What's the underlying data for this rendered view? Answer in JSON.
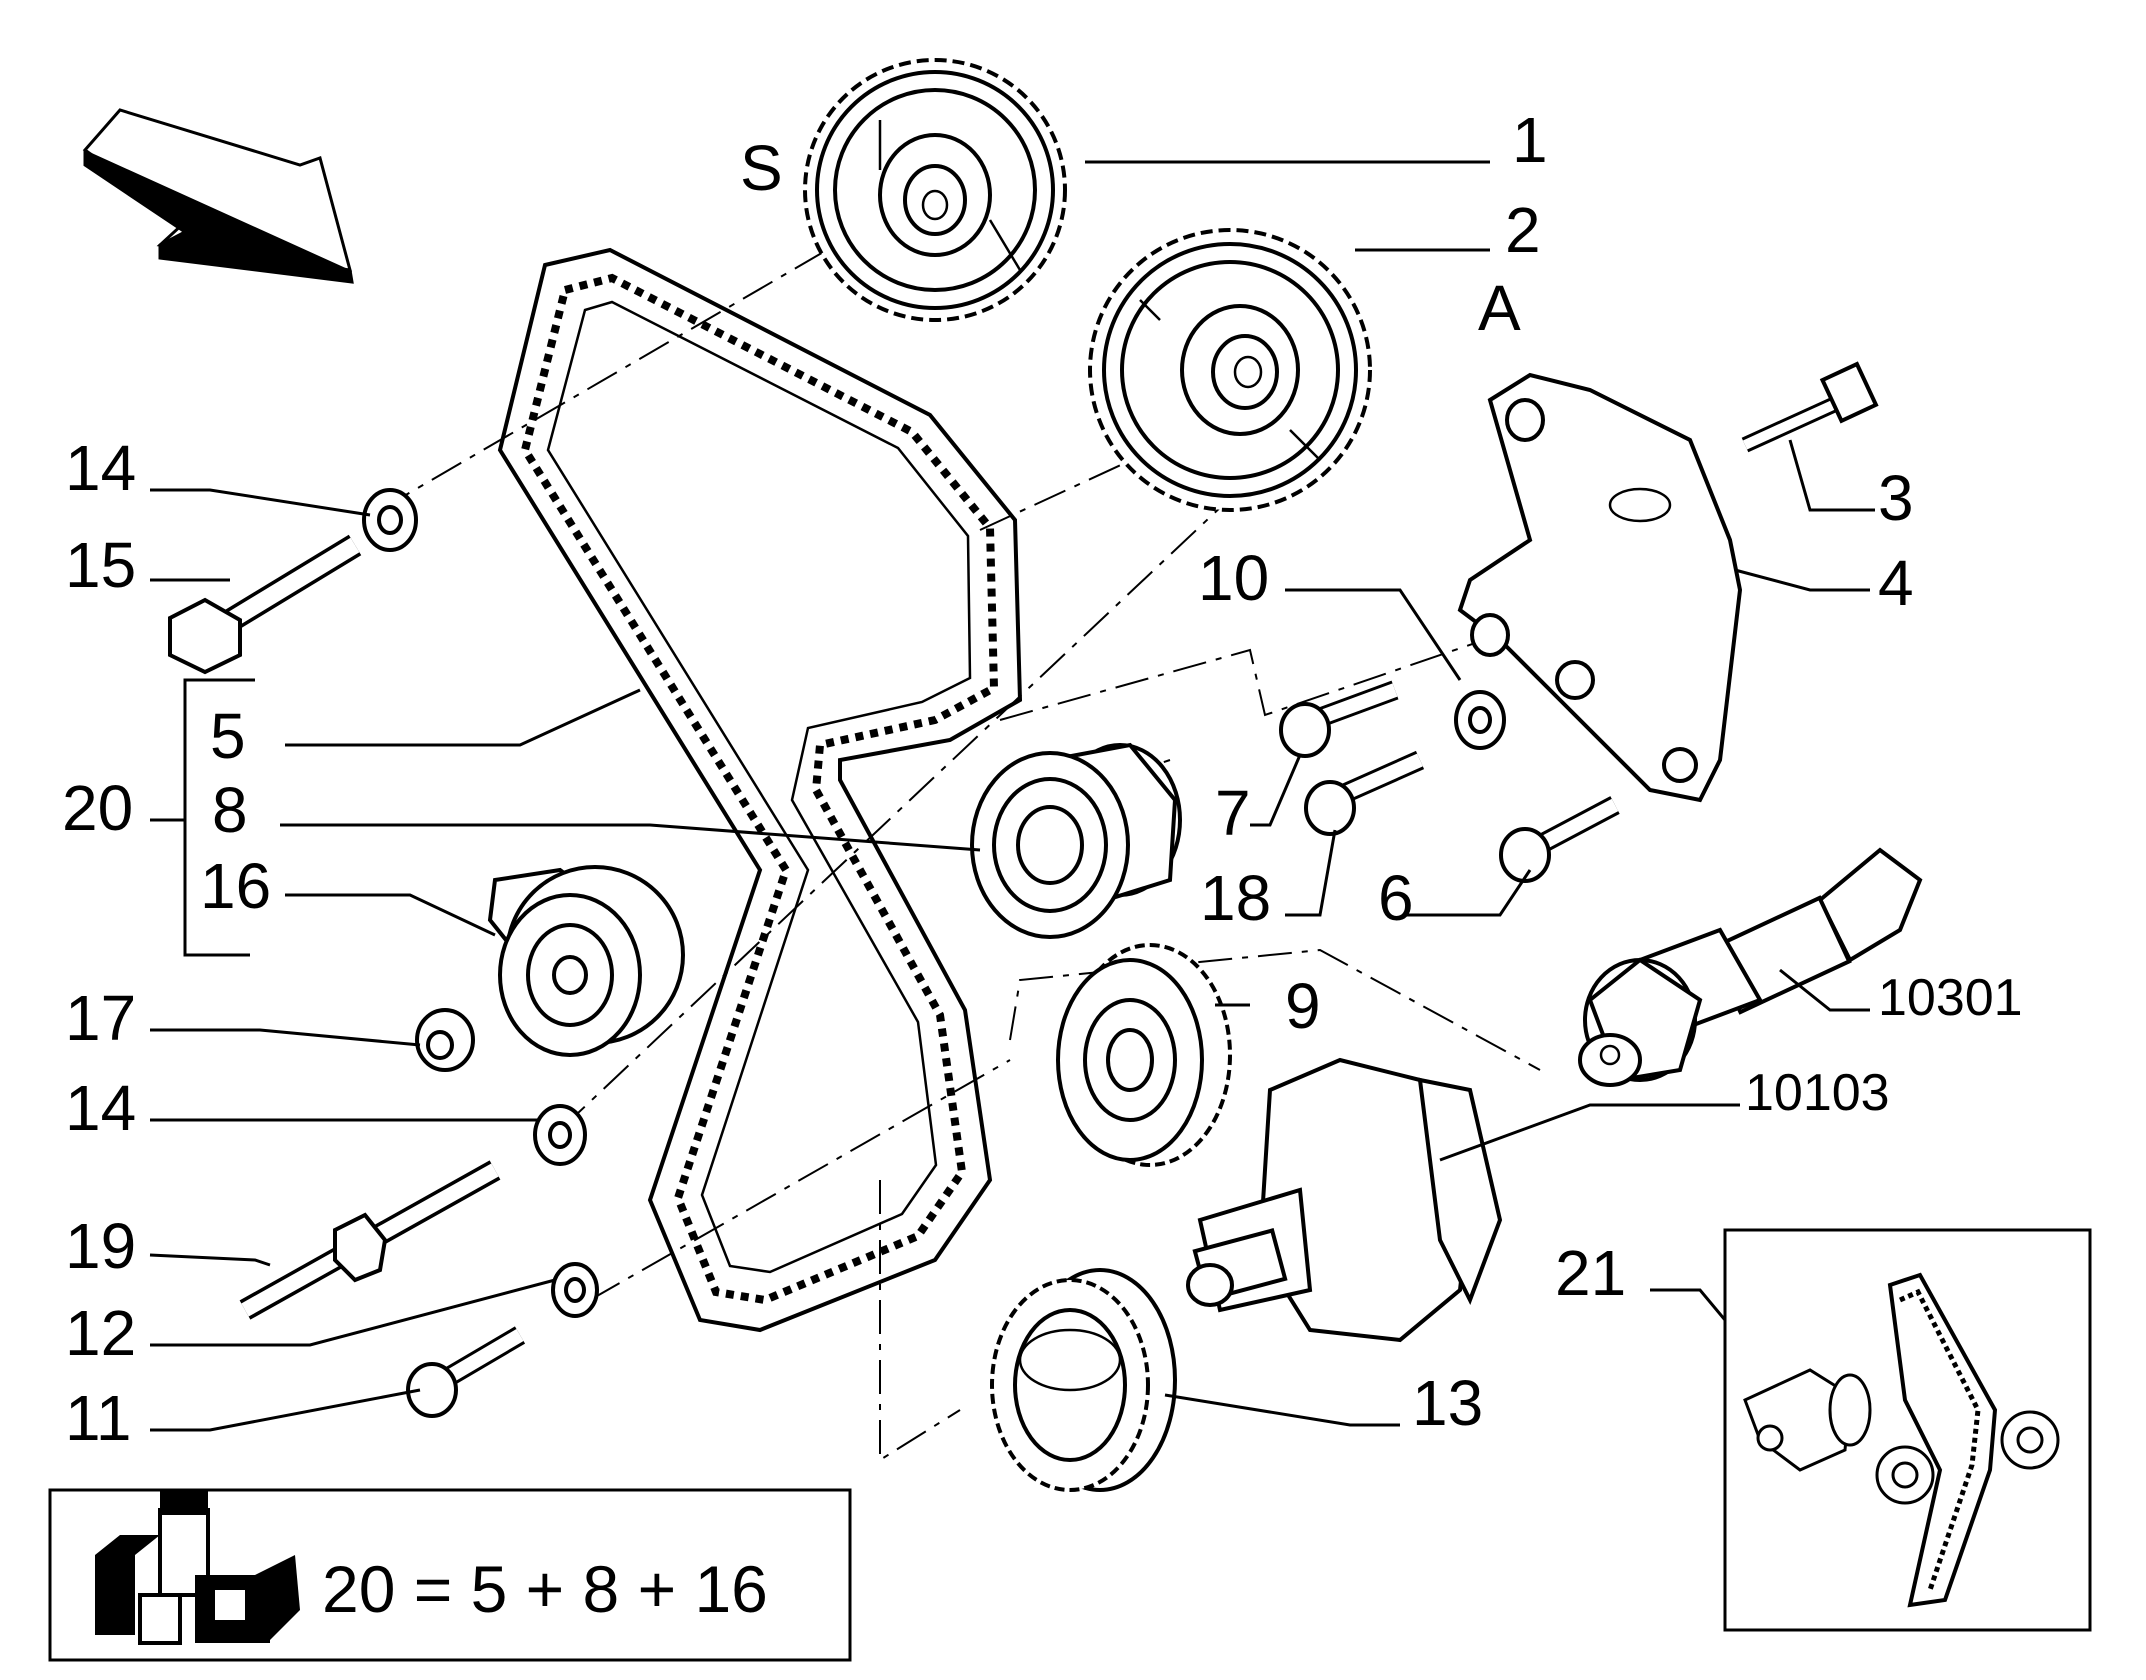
{
  "labels": {
    "l1": "1",
    "l2": "2",
    "l3": "3",
    "l4": "4",
    "l5": "5",
    "l6": "6",
    "l7": "7",
    "l8": "8",
    "l9": "9",
    "l10": "10",
    "l11": "11",
    "l12": "12",
    "l13": "13",
    "l14a": "14",
    "l14b": "14",
    "l15": "15",
    "l16": "16",
    "l17": "17",
    "l18": "18",
    "l19": "19",
    "l20": "20",
    "l21": "21",
    "l10301": "10301",
    "l10103": "10103",
    "S": "S",
    "A": "A"
  },
  "kit_formula": "20 = 5 + 8 + 16",
  "icons": {
    "direction": "front-direction-arrow-icon",
    "kit": "kit-parts-icon"
  }
}
